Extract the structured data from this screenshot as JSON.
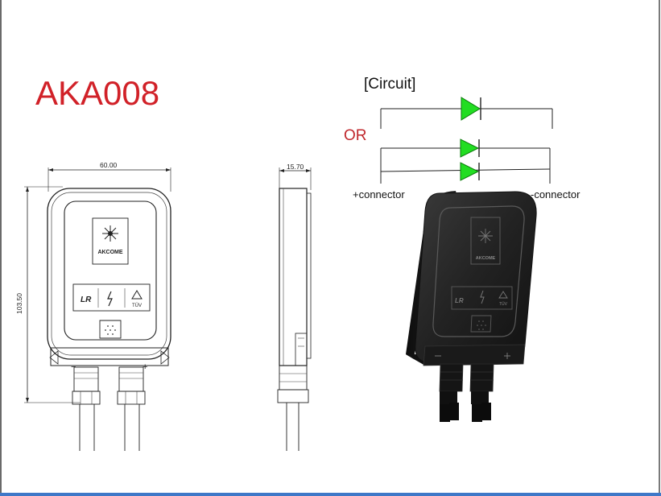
{
  "title": "AKA008",
  "circuit": {
    "label": "[Circuit]",
    "or_label": "OR",
    "positive_label": "+connector",
    "negative_label": "-connector",
    "diode_color": "#22dd22"
  },
  "front_view": {
    "width_dim": "60.00",
    "height_dim": "103.50",
    "brand": "AKCOME",
    "cert_mark": "TÜV",
    "minus_sign": "−",
    "plus_sign": "+"
  },
  "side_view": {
    "depth_dim": "15.70"
  },
  "render_view": {
    "brand": "AKCOME",
    "cert_mark": "TÜV"
  },
  "colors": {
    "title": "#d12128",
    "or": "#c0282d",
    "diode": "#22dd22",
    "bottom_bar": "#3f78c8"
  }
}
